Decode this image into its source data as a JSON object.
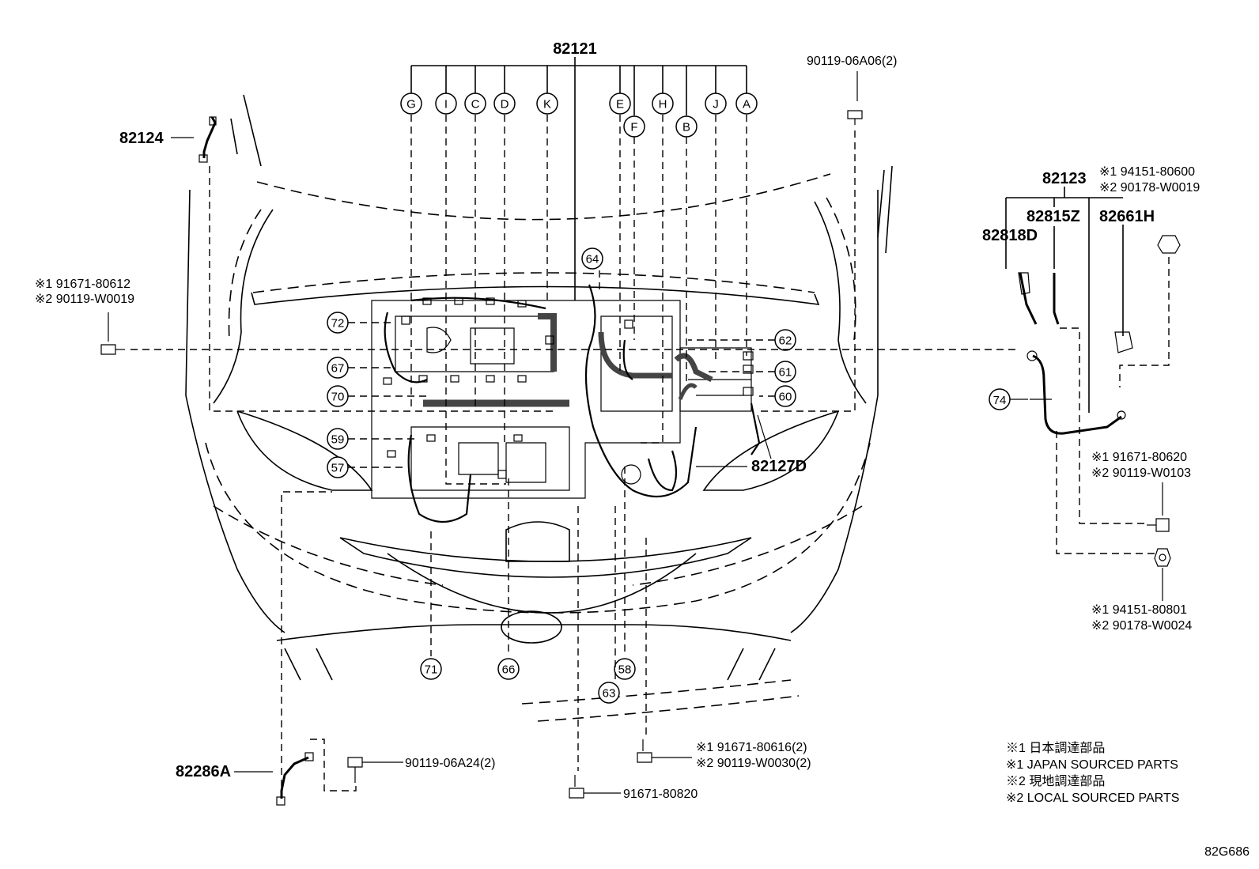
{
  "main_harness": {
    "part_no": "82121",
    "branches": [
      "G",
      "I",
      "C",
      "D",
      "K",
      "E",
      "F",
      "H",
      "B",
      "J",
      "A"
    ]
  },
  "callouts_left": [
    "72",
    "67",
    "70",
    "59",
    "57"
  ],
  "callouts_right": [
    "64",
    "62",
    "61",
    "60"
  ],
  "callouts_bottom": [
    "71",
    "66",
    "58",
    "63"
  ],
  "parts": {
    "p82124": "82124",
    "p82127D": "82127D",
    "p82286A": "82286A",
    "p82123": "82123",
    "p82818D": "82818D",
    "p82815Z": "82815Z",
    "p82661H": "82661H",
    "callout74": "74"
  },
  "fasteners": {
    "top_bolt": "90119-06A06(2)",
    "left_bolt_1": "※1 91671-80612",
    "left_bolt_2": "※2 90119-W0019",
    "right_top_1": "※1 94151-80600",
    "right_top_2": "※2 90178-W0019",
    "right_mid_1": "※1 91671-80620",
    "right_mid_2": "※2 90119-W0103",
    "right_low_1": "※1 94151-80801",
    "right_low_2": "※2 90178-W0024",
    "bottom_left": "90119-06A24(2)",
    "bottom_mid_1": "※1 91671-80616(2)",
    "bottom_mid_2": "※2 90119-W0030(2)",
    "bottom_center": "91671-80820"
  },
  "legend": [
    "※1 日本調達部品",
    "※1 JAPAN SOURCED PARTS",
    "※2 現地調達部品",
    "※2 LOCAL SOURCED PARTS"
  ],
  "figure_id": "82G686"
}
